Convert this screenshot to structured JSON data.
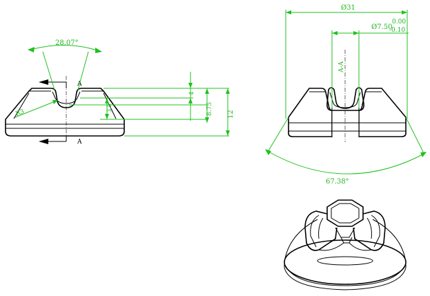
{
  "dimensions": {
    "groove_angle": "28.07°",
    "outer_diameter": "Ø31",
    "bore_diameter": "Ø7.50",
    "bore_tol_upper": "0.00",
    "bore_tol_lower": "-0.10",
    "included_angle": "67.38°",
    "radius": "R3",
    "height_small": "4",
    "height_mid": "3.5",
    "height_groove": "8.75",
    "height_total": "12"
  },
  "section": {
    "marker_top": "A",
    "marker_bottom": "A",
    "view_label": "A-A"
  },
  "colors": {
    "dimension": "#20c020",
    "outline": "#000000"
  }
}
